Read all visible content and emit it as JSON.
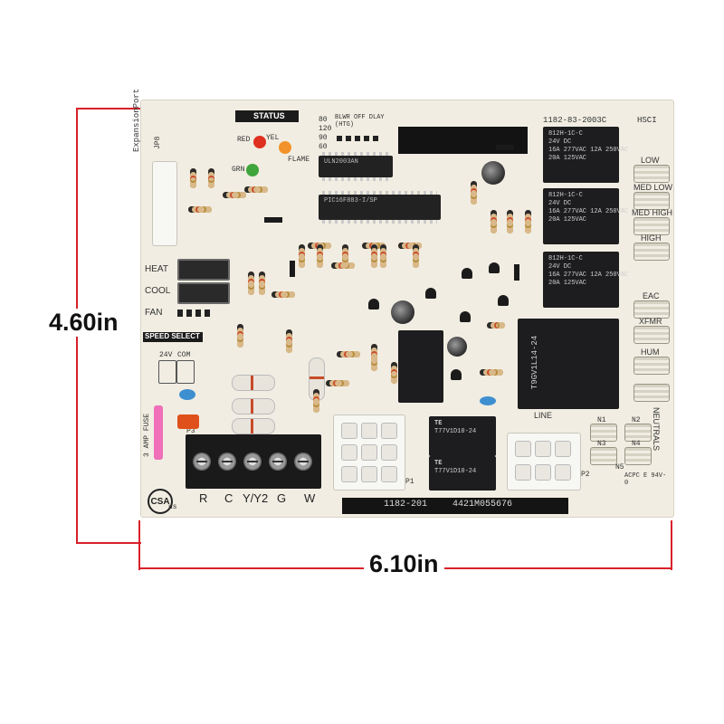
{
  "dimensions": {
    "height_label": "4.60in",
    "width_label": "6.10in"
  },
  "colors": {
    "dimension_line": "#d8202a",
    "board": "#f1ede2",
    "relay": "#1d1d1f"
  },
  "board": {
    "top_left_text": "ExpansionPort",
    "jack_label": "JP8",
    "status_label": "STATUS",
    "led_labels": [
      "RED",
      "YEL",
      "GRN",
      "FLAME"
    ],
    "dip_labels": [
      "80",
      "120",
      "90",
      "60"
    ],
    "blwr_label": "BLWR OFF DLAY (HTG)",
    "part_number_top": "1182-83-2003C",
    "hsci_label": "HSCI",
    "ic1": "ULN2003AN",
    "ic2": "PIC16F883-I/SP",
    "switch_labels": [
      "HEAT",
      "COOL",
      "FAN"
    ],
    "speed_select": "SPEED SELECT",
    "jumper_labels": [
      "24V",
      "COM"
    ],
    "fuse_label": "3 AMP FUSE",
    "terminal_labels": [
      "R",
      "C",
      "Y/Y2",
      "G",
      "W"
    ],
    "connector_labels": [
      "P1",
      "P2",
      "P3"
    ],
    "bottom_part_number": "1182-201",
    "serial_number": "4421M055676",
    "right_labels": [
      "LOW",
      "MED LOW",
      "MED HIGH",
      "HIGH",
      "EAC",
      "XFMR",
      "HUM",
      "LINE"
    ],
    "neutrals_label": "NEUTRALS",
    "neutral_pins": [
      "N1",
      "N2",
      "N3",
      "N4",
      "N5"
    ],
    "relay_lines": [
      "812H-1C-C",
      "24V DC",
      "16A 277VAC 12A 250VAC",
      "20A 125VAC"
    ],
    "big_relay_text": "T9GV1L14-24",
    "small_relay_text": "T77V1D10-24",
    "te_brand": "TE",
    "bottom_right_text": "ACPC E 94V-0",
    "csa_logo": "CSA",
    "csa_suffix": "us"
  }
}
